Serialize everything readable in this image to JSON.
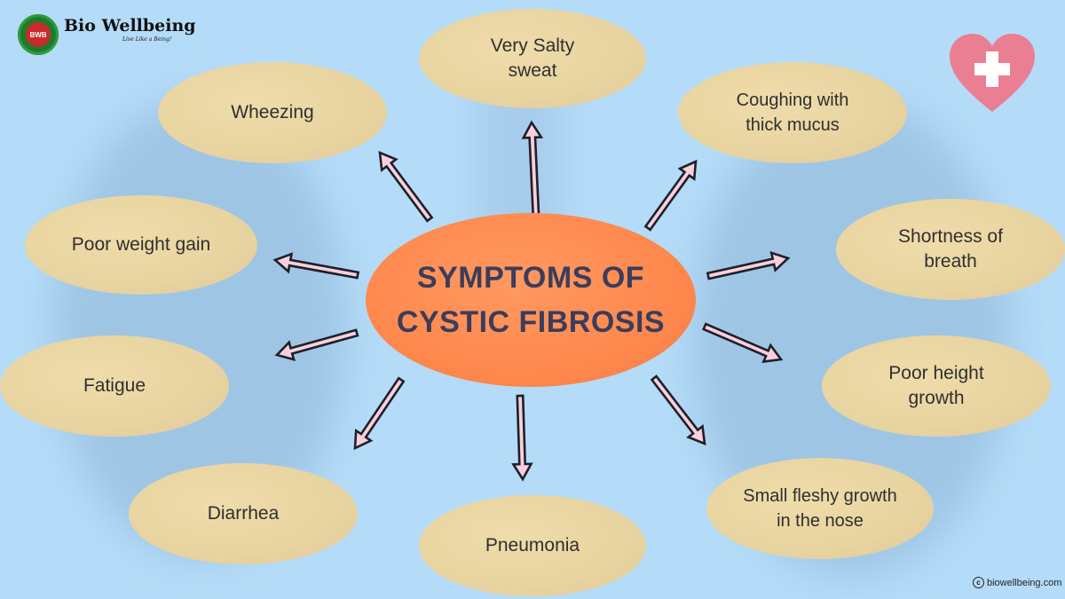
{
  "title": "SYMPTOMS OF\nCYSTIC FIBROSIS",
  "brand": {
    "name": "Bio Wellbeing",
    "tagline": "Live Like a Being!",
    "badge_text": "BWB"
  },
  "symptoms": {
    "salty": "Very Salty\nsweat",
    "wheeze": "Wheezing",
    "cough": "Coughing with\nthick mucus",
    "weight": "Poor weight gain",
    "breath": "Shortness of\nbreath",
    "fatigue": "Fatigue",
    "height": "Poor height\ngrowth",
    "diarrhea": "Diarrhea",
    "pneumonia": "Pneumonia",
    "nose": "Small fleshy growth\nin the nose"
  },
  "copyright": "biowellbeing.com",
  "colors": {
    "background": "#b4dcf8",
    "center": "#ff8a50",
    "node": "#e8d4a0",
    "arrow_fill": "#f6d0dc",
    "arrow_stroke": "#1f1f2a",
    "title_text": "#3a3d5c",
    "heart": "#ea7f93"
  }
}
